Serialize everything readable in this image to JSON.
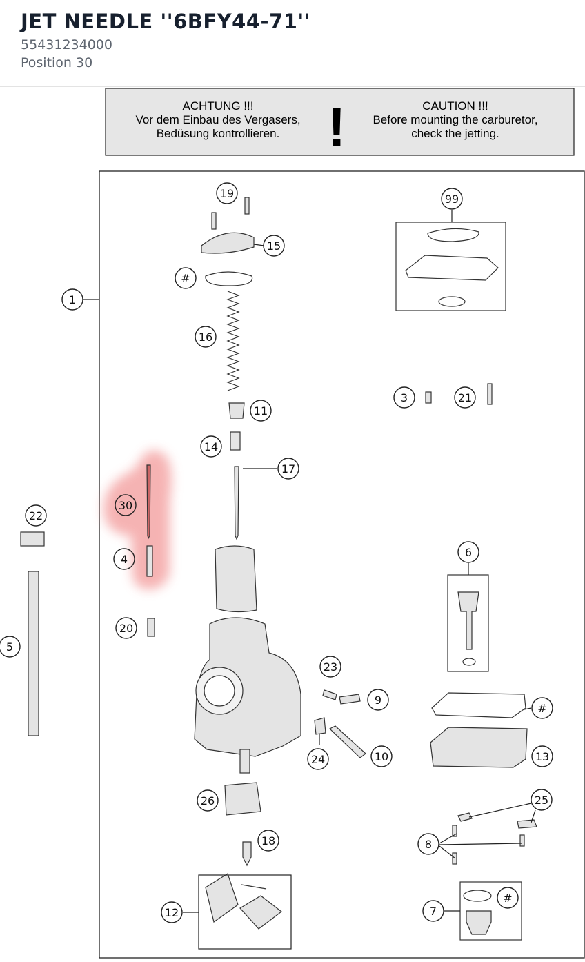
{
  "header": {
    "title": "JET NEEDLE ''6BFY44-71''",
    "part_number": "55431234000",
    "position": "Position 30"
  },
  "warning": {
    "de_title": "ACHTUNG !!!",
    "de_line1": "Vor dem Einbau des Vergasers,",
    "de_line2": "Bedüsung kontrollieren.",
    "mark": "!",
    "en_title": "CAUTION !!!",
    "en_line1": "Before mounting the carburetor,",
    "en_line2": "check the jetting."
  },
  "callouts": {
    "c1": "1",
    "c3": "3",
    "c4": "4",
    "c5": "5",
    "c6": "6",
    "c7": "7",
    "c8": "8",
    "c9": "9",
    "c10": "10",
    "c11": "11",
    "c12": "12",
    "c13": "13",
    "c14": "14",
    "c15": "15",
    "c16": "16",
    "c17": "17",
    "c18": "18",
    "c19": "19",
    "c20": "20",
    "c21": "21",
    "c22": "22",
    "c23": "23",
    "c24": "24",
    "c25": "25",
    "c26": "26",
    "c30": "30",
    "c99": "99",
    "hash1": "#",
    "hash2": "#",
    "hash3": "#"
  },
  "highlight": {
    "position": "30",
    "color": "#f4a6a6"
  }
}
